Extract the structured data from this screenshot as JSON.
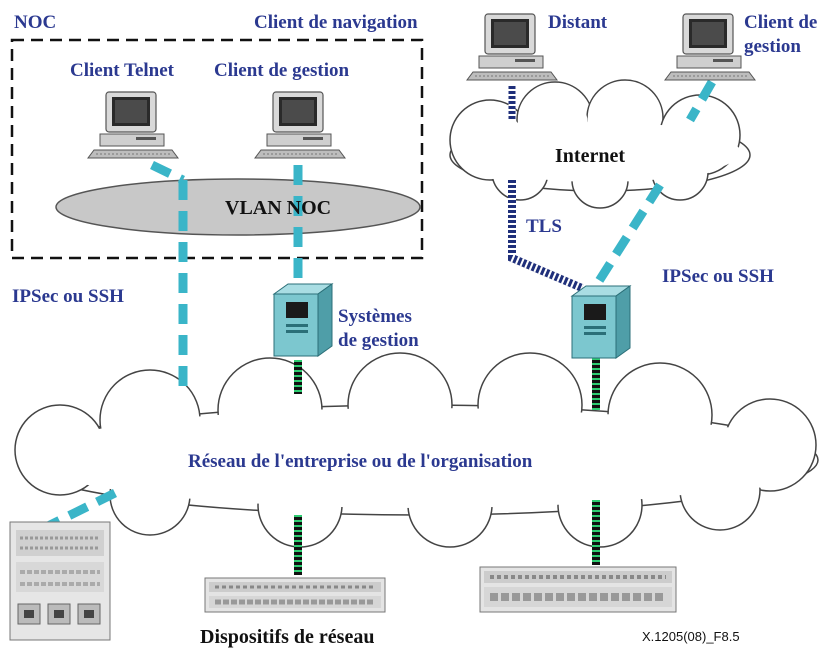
{
  "labels": {
    "noc": "NOC",
    "client_navigation": "Client de navigation",
    "client_telnet": "Client Telnet",
    "client_gestion_noc": "Client de gestion",
    "distant": "Distant",
    "client_gestion_remote_1": "Client de",
    "client_gestion_remote_2": "gestion",
    "internet": "Internet",
    "vlan_noc": "VLAN NOC",
    "tls": "TLS",
    "ipsec_left": "IPSec ou SSH",
    "ipsec_right": "IPSec ou SSH",
    "systemes_1": "Systèmes",
    "systemes_2": "de gestion",
    "reseau": "Réseau de l'entreprise ou de l'organisation",
    "dispositifs": "Dispositifs de réseau",
    "figure_ref": "X.1205(08)_F8.5"
  },
  "colors": {
    "label_blue": "#2b3990",
    "link_cyan": "#3ab5c8",
    "tls_navy": "#1f2f7a",
    "green_link": "#1a7a3a",
    "vlan_gray": "#c8c8c8",
    "server_teal": "#7cc7cf"
  },
  "icons": [
    "desktop-computer-icon",
    "server-icon",
    "network-switch-icon",
    "router-chassis-icon",
    "cloud-shape"
  ]
}
